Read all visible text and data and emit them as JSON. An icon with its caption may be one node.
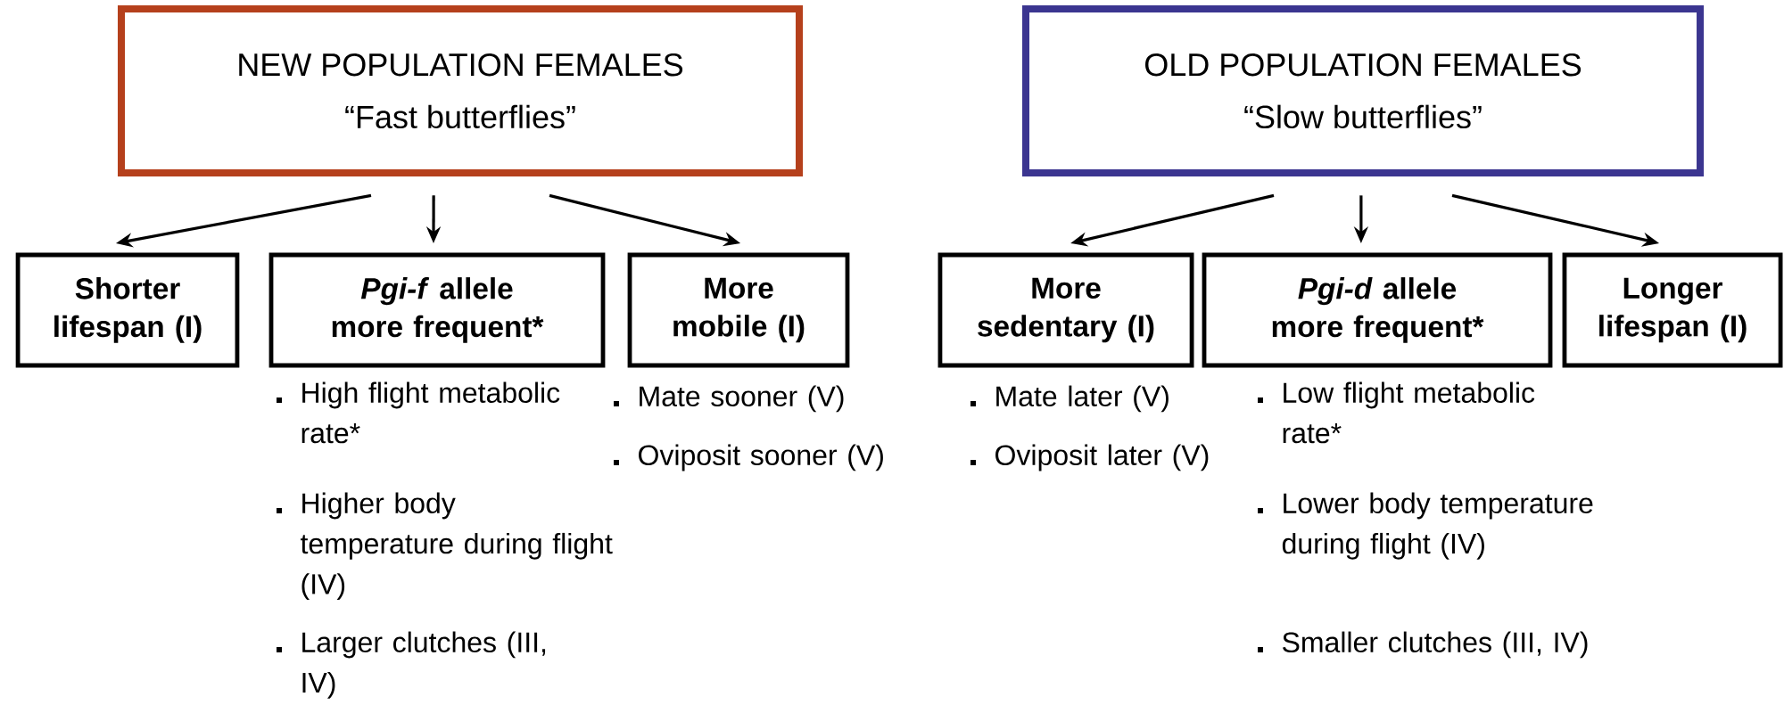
{
  "diagram": {
    "nodes": [
      {
        "text": [
          "NEW POPULATION FEMALES",
          "“Fast butterflies”"
        ]
      },
      {
        "text": [
          "Shorter lifespan (I)"
        ]
      },
      {
        "text": [
          "*Pgi-f* allele more frequent*"
        ]
      },
      {
        "text": [
          "More mobile (I)"
        ]
      },
      {
        "text": [
          "OLD POPULATION FEMALES",
          "“Slow butterflies”"
        ]
      },
      {
        "text": [
          "More sedentary (I)"
        ]
      },
      {
        "text": [
          "*Pgi-d* allele more frequent*"
        ]
      },
      {
        "text": [
          "Longer lifespan (I)"
        ]
      }
    ],
    "edges": [
      {
        "from": 0,
        "to": 1,
        "arrow": "to"
      },
      {
        "from": 0,
        "to": 2,
        "arrow": "to"
      },
      {
        "from": 0,
        "to": 3,
        "arrow": "to"
      },
      {
        "from": 4,
        "to": 5,
        "arrow": "to"
      },
      {
        "from": 4,
        "to": 6,
        "arrow": "to"
      },
      {
        "from": 4,
        "to": 7,
        "arrow": "to"
      }
    ],
    "labels": [
      "High flight metabolic rate*",
      "Mate sooner (V)",
      "Mate later (V)",
      "Low flight metabolic rate*",
      "Oviposit sooner (V)",
      "Oviposit later (V)",
      "Higher body temperature during flight (IV)",
      "Lower body temperature during flight (IV)",
      "Larger clutches (III, IV)",
      "Smaller clutches (III, IV)"
    ]
  }
}
